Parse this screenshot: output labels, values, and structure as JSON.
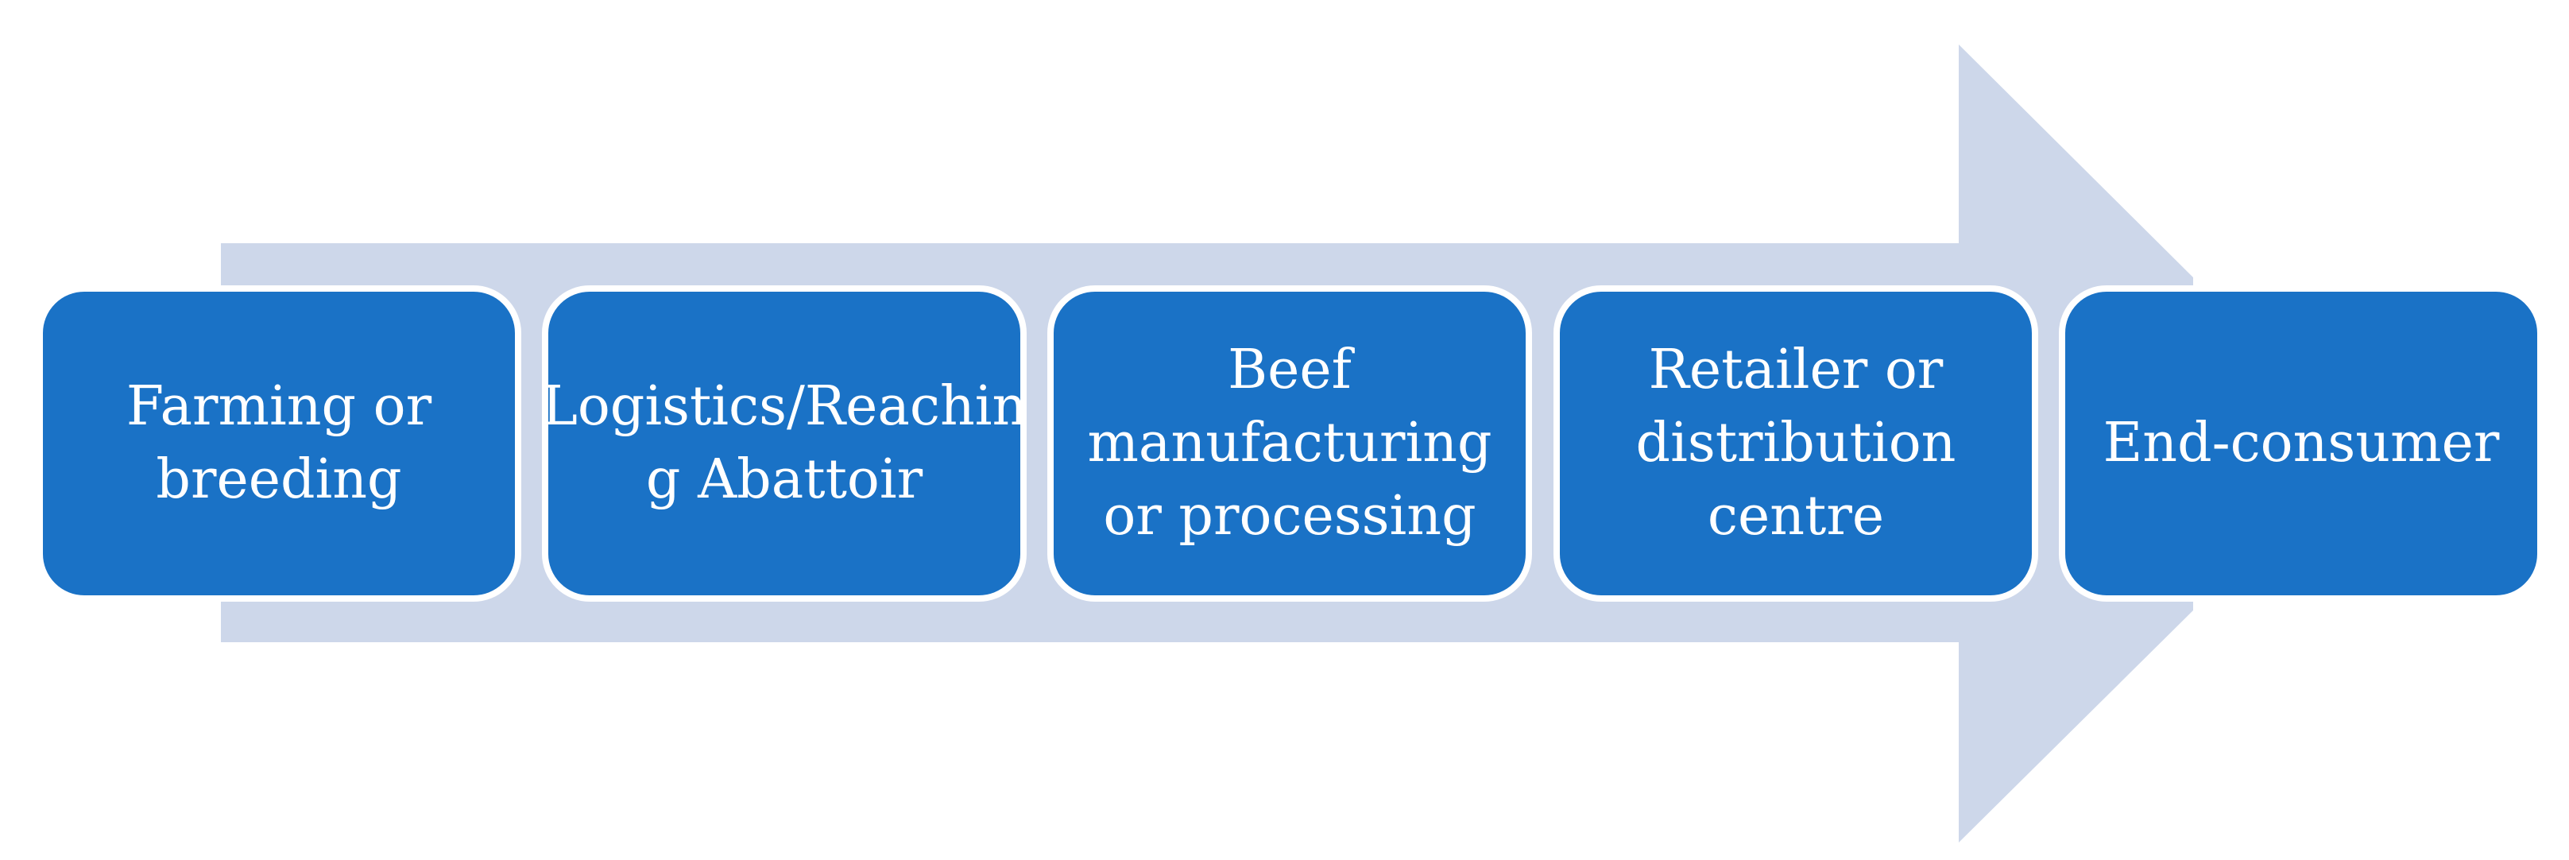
{
  "diagram": {
    "colors": {
      "arrow": "#cdd7ea",
      "box_fill": "#1a72c6",
      "box_border": "#ffffff",
      "text": "#ffffff"
    },
    "stages": [
      {
        "label": "Farming or\nbreeding"
      },
      {
        "label": "Logistics/Reachin\ng Abattoir"
      },
      {
        "label": "Beef\nmanufacturing\nor processing"
      },
      {
        "label": "Retailer or\ndistribution\ncentre"
      },
      {
        "label": "End-consumer"
      }
    ]
  }
}
